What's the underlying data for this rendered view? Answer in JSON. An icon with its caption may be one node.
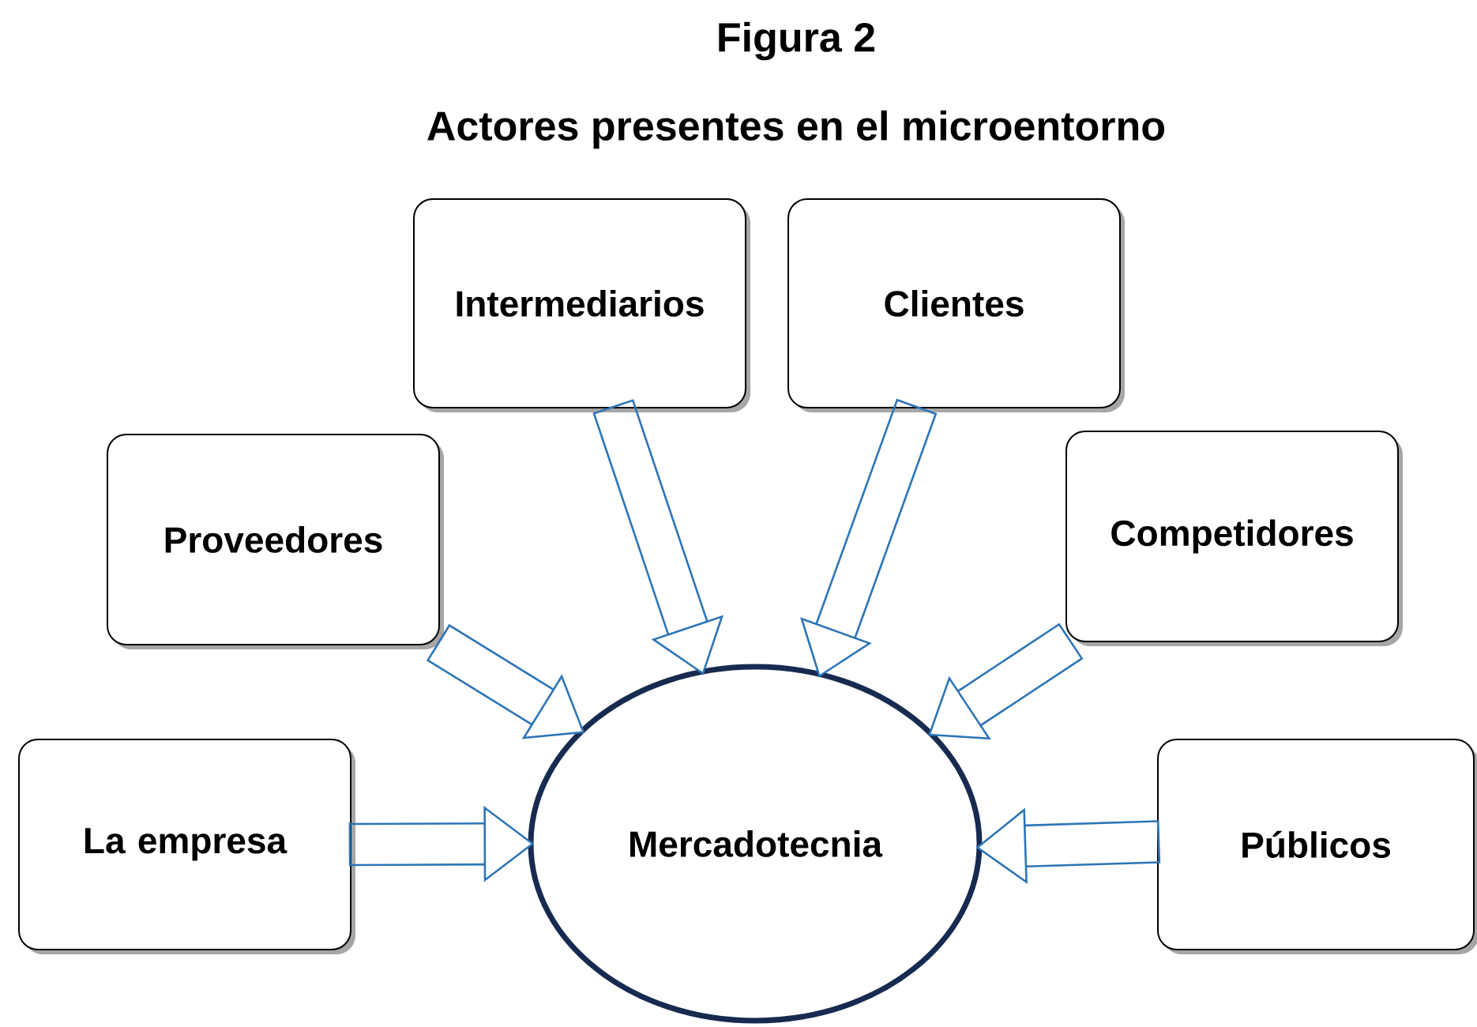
{
  "diagram": {
    "title": "Figura 2",
    "nodes": [
      {
        "text": [
          "Intermediarios"
        ]
      },
      {
        "text": [
          "Clientes"
        ]
      },
      {
        "text": [
          "Proveedores"
        ]
      },
      {
        "text": [
          "Competidores"
        ]
      },
      {
        "text": [
          "La empresa"
        ]
      },
      {
        "text": [
          "Públicos"
        ]
      },
      {
        "text": [
          "Mercadotecnia"
        ]
      }
    ],
    "edges": [
      {
        "from": 0,
        "to": 6,
        "arrow": "to"
      },
      {
        "from": 1,
        "to": 6,
        "arrow": "to"
      },
      {
        "from": 2,
        "to": 6,
        "arrow": "to"
      },
      {
        "from": 3,
        "to": 6,
        "arrow": "to"
      },
      {
        "from": 4,
        "to": 6,
        "arrow": "to"
      },
      {
        "from": 5,
        "to": 6,
        "arrow": "to"
      }
    ],
    "labels": [
      "Actores presentes en el microentorno"
    ]
  }
}
